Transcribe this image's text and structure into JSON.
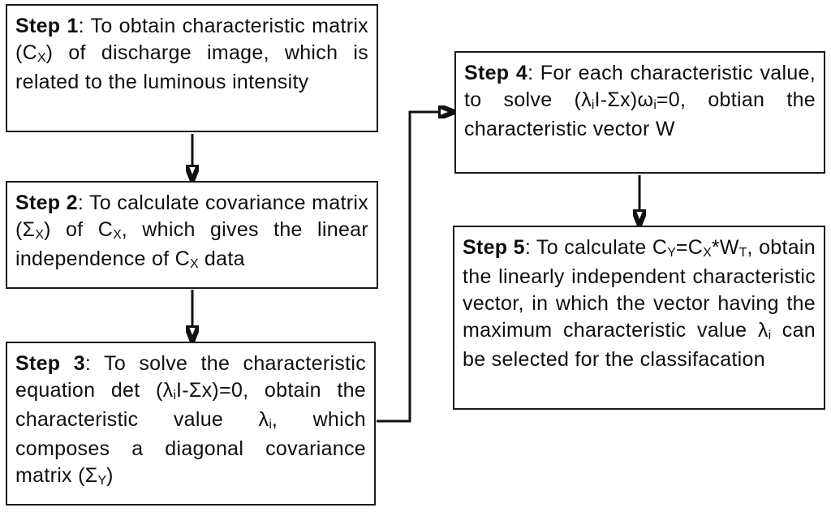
{
  "diagram": {
    "colors": {
      "background": "#ffffff",
      "box_border": "#1a1a1a",
      "line": "#111111",
      "text": "#0f0f0f"
    },
    "steps": [
      {
        "id": "step-1",
        "label": "Step 1",
        "rich": [
          {
            "t": "Step 1",
            "b": true
          },
          {
            "t": ": To obtain characteristic matrix (C"
          },
          {
            "t": "X",
            "s": true
          },
          {
            "t": ") of discharge image, which is related to the luminous intensity"
          }
        ]
      },
      {
        "id": "step-2",
        "label": "Step 2",
        "rich": [
          {
            "t": "Step 2",
            "b": true
          },
          {
            "t": ": To calculate covariance matrix (Σ"
          },
          {
            "t": "X",
            "s": true
          },
          {
            "t": ") of C"
          },
          {
            "t": "X",
            "s": true
          },
          {
            "t": ", which gives the linear independence of C"
          },
          {
            "t": "X",
            "s": true
          },
          {
            "t": " data"
          }
        ]
      },
      {
        "id": "step-3",
        "label": "Step 3",
        "rich": [
          {
            "t": "Step 3",
            "b": true
          },
          {
            "t": ": To solve the characteristic equation det (λ"
          },
          {
            "t": "i",
            "s": true
          },
          {
            "t": "I-Σx)=0, obtain the characteristic value λ"
          },
          {
            "t": "i",
            "s": true
          },
          {
            "t": ", which composes a diagonal covariance matrix (Σ"
          },
          {
            "t": "Y",
            "s": true
          },
          {
            "t": ")"
          }
        ]
      },
      {
        "id": "step-4",
        "label": "Step 4",
        "rich": [
          {
            "t": "Step 4",
            "b": true
          },
          {
            "t": ": For each characteristic value, to solve (λ"
          },
          {
            "t": "i",
            "s": true
          },
          {
            "t": "I-Σx)ω"
          },
          {
            "t": "i",
            "s": true
          },
          {
            "t": "=0, obtian the characteristic vector W"
          }
        ]
      },
      {
        "id": "step-5",
        "label": "Step 5",
        "rich": [
          {
            "t": "Step 5",
            "b": true
          },
          {
            "t": ": To calculate C"
          },
          {
            "t": "Y",
            "s": true
          },
          {
            "t": "=C"
          },
          {
            "t": "X",
            "s": true
          },
          {
            "t": "*W"
          },
          {
            "t": "T",
            "s": true
          },
          {
            "t": ", obtain the linearly independent characteristic vector, in which the vector having the maximum characteristic value λ"
          },
          {
            "t": "i",
            "s": true
          },
          {
            "t": " can be selected for the classifacation"
          }
        ]
      }
    ],
    "connections": [
      {
        "from": "Step 1",
        "to": "Step 2",
        "style": "arrow-down"
      },
      {
        "from": "Step 2",
        "to": "Step 3",
        "style": "arrow-down"
      },
      {
        "from": "Step 3",
        "to": "Step 4",
        "style": "elbow-right-up"
      },
      {
        "from": "Step 4",
        "to": "Step 5",
        "style": "arrow-down"
      }
    ]
  }
}
